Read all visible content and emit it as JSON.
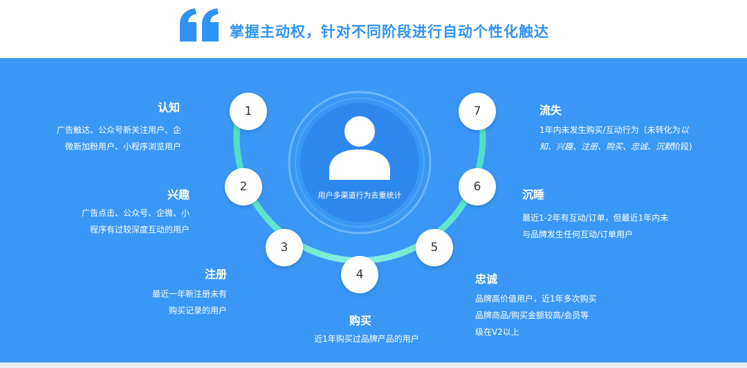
{
  "header": {
    "title": "掌握主动权，针对不同阶段进行自动个性化触达",
    "quote_icon": "double-quote-icon"
  },
  "center": {
    "icon": "user-icon",
    "caption": "用户多渠道行为去重统计"
  },
  "stages": [
    {
      "number": "1",
      "title": "认知",
      "lines": [
        "广告触达、公众号新关注用户、企",
        "微新加粉用户、小程序浏览用户"
      ]
    },
    {
      "number": "2",
      "title": "兴趣",
      "lines": [
        "广告点击、公众号、企微、小",
        "程序有过较深度互动的用户"
      ]
    },
    {
      "number": "3",
      "title": "注册",
      "lines": [
        "最近一年新注册未有",
        "购买记录的用户"
      ]
    },
    {
      "number": "4",
      "title": "购买",
      "lines": [
        "近1年购买过品牌产品的用户"
      ]
    },
    {
      "number": "5",
      "title": "忠诚",
      "lines": [
        "品牌高价值用户，近1年多次购买",
        "品牌商品/购买金额较高/会员等",
        "级在V2以上"
      ]
    },
    {
      "number": "6",
      "title": "沉睡",
      "lines": [
        "最近1-2年有互动/订单，但最近1年内未",
        "与品牌发生任何互动/订单用户"
      ]
    },
    {
      "number": "7",
      "title": "流失",
      "line1": "1年内未发生购买/互动行为（未转化为",
      "line1_em": "以",
      "line2_em": "知、兴趣、注册、购买、忠诚、沉默",
      "line2_tail": "阶段)"
    }
  ],
  "colors": {
    "brand_blue": "#2f93f5",
    "panel_blue": "#3a97f6",
    "arc_start": "#4fe0c5",
    "arc_end": "#7ff0d8"
  }
}
